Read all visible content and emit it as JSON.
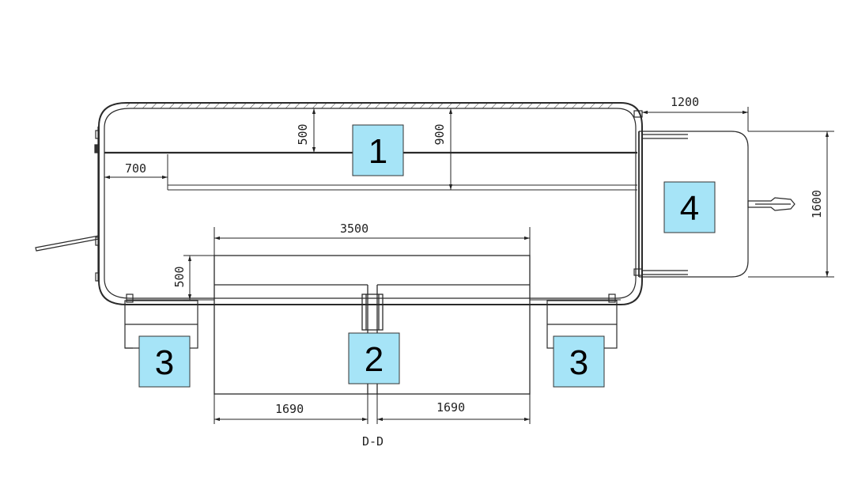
{
  "drawing": {
    "section_label": "D-D",
    "dimensions": {
      "d1200": "1200",
      "d1600": "1600",
      "d500_top": "500",
      "d900": "900",
      "d700": "700",
      "d3500": "3500",
      "d500_left": "500",
      "d1690_left": "1690",
      "d1690_right": "1690"
    },
    "callouts": {
      "c1": "1",
      "c2": "2",
      "c3_left": "3",
      "c3_right": "3",
      "c4": "4"
    },
    "colors": {
      "callout_fill": "#a6e4f7",
      "line": "#2a2a2a"
    }
  }
}
